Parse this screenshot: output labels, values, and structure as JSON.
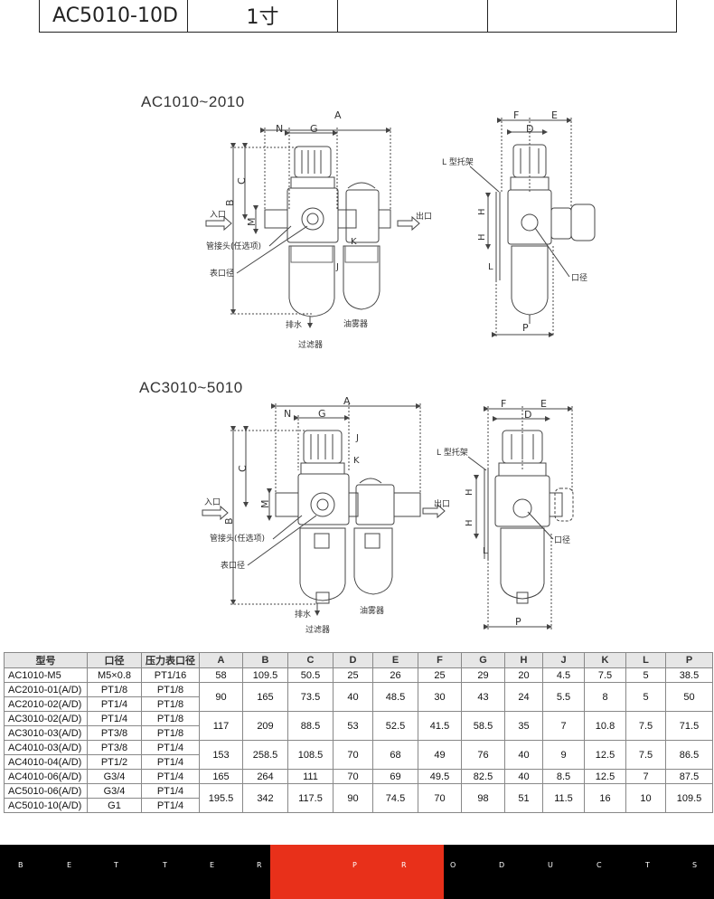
{
  "top_row": {
    "model": "AC5010-10D",
    "size": "1寸",
    "c3": "",
    "c4": ""
  },
  "drawings": {
    "title1": "AC1010~2010",
    "title2": "AC3010~5010",
    "labels": {
      "A": "A",
      "G": "G",
      "N": "N",
      "B": "B",
      "C": "C",
      "M": "M",
      "J": "J",
      "K": "K",
      "F": "F",
      "E": "E",
      "D": "D",
      "H": "H",
      "L": "L",
      "P": "P",
      "inlet": "入口",
      "outlet": "出口",
      "pipe_joint": "管接头(任选项)",
      "gauge_port": "表口径",
      "drain": "排水",
      "filter": "过滤器",
      "lubricator": "油雾器",
      "bracket": "L 型托架",
      "port": "口径"
    }
  },
  "table": {
    "headers": [
      "型号",
      "口径",
      "压力表口径",
      "A",
      "B",
      "C",
      "D",
      "E",
      "F",
      "G",
      "H",
      "J",
      "K",
      "L",
      "P"
    ],
    "groups": [
      {
        "rows": [
          [
            "AC1010-M5",
            "M5×0.8",
            "PT1/16"
          ]
        ],
        "values": [
          "58",
          "109.5",
          "50.5",
          "25",
          "26",
          "25",
          "29",
          "20",
          "4.5",
          "7.5",
          "5",
          "38.5"
        ]
      },
      {
        "rows": [
          [
            "AC2010-01(A/D)",
            "PT1/8",
            "PT1/8"
          ],
          [
            "AC2010-02(A/D)",
            "PT1/4",
            "PT1/8"
          ]
        ],
        "values": [
          "90",
          "165",
          "73.5",
          "40",
          "48.5",
          "30",
          "43",
          "24",
          "5.5",
          "8",
          "5",
          "50"
        ]
      },
      {
        "rows": [
          [
            "AC3010-02(A/D)",
            "PT1/4",
            "PT1/8"
          ],
          [
            "AC3010-03(A/D)",
            "PT3/8",
            "PT1/8"
          ]
        ],
        "values": [
          "117",
          "209",
          "88.5",
          "53",
          "52.5",
          "41.5",
          "58.5",
          "35",
          "7",
          "10.8",
          "7.5",
          "71.5"
        ]
      },
      {
        "rows": [
          [
            "AC4010-03(A/D)",
            "PT3/8",
            "PT1/4"
          ],
          [
            "AC4010-04(A/D)",
            "PT1/2",
            "PT1/4"
          ]
        ],
        "values": [
          "153",
          "258.5",
          "108.5",
          "70",
          "68",
          "49",
          "76",
          "40",
          "9",
          "12.5",
          "7.5",
          "86.5"
        ]
      },
      {
        "rows": [
          [
            "AC4010-06(A/D)",
            "G3/4",
            "PT1/4"
          ]
        ],
        "values": [
          "165",
          "264",
          "111",
          "70",
          "69",
          "49.5",
          "82.5",
          "40",
          "8.5",
          "12.5",
          "7",
          "87.5"
        ]
      },
      {
        "rows": [
          [
            "AC5010-06(A/D)",
            "G3/4",
            "PT1/4"
          ],
          [
            "AC5010-10(A/D)",
            "G1",
            "PT1/4"
          ]
        ],
        "values": [
          "195.5",
          "342",
          "117.5",
          "90",
          "74.5",
          "70",
          "98",
          "51",
          "11.5",
          "16",
          "10",
          "109.5"
        ]
      }
    ]
  },
  "footer": {
    "letters": [
      "B",
      "E",
      "T",
      "T",
      "E",
      "R",
      "P",
      "R",
      "O",
      "D",
      "U",
      "C",
      "T",
      "S"
    ],
    "accent_color": "#e8301a"
  }
}
